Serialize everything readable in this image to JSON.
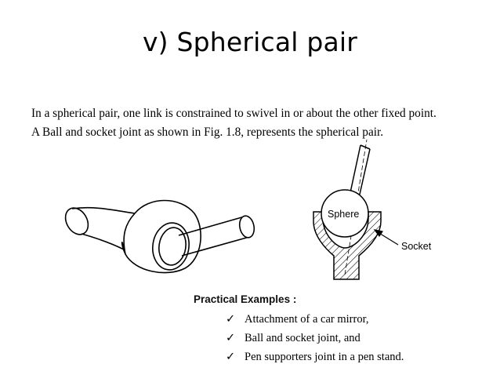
{
  "slide": {
    "title": "v) Spherical pair",
    "paragraph_lines": [
      "In a spherical pair, one link is constrained to swivel in or about the other fixed point.",
      "A Ball and socket joint as shown in Fig. 1.8, represents the spherical pair."
    ]
  },
  "figure": {
    "sphere_label": "Sphere",
    "socket_label": "Socket"
  },
  "examples": {
    "heading": "Practical Examples :",
    "check_glyph": "✓",
    "items": [
      "Attachment of a car mirror,",
      "Ball and socket joint,  and",
      "Pen supporters joint in a pen stand."
    ]
  }
}
